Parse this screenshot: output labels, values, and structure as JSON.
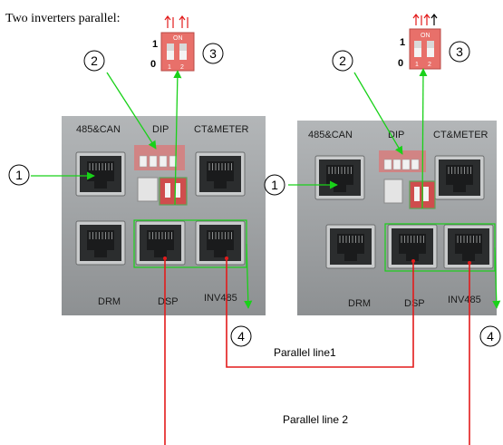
{
  "title": "Two inverters parallel:",
  "panel_labels": {
    "port_485_can": "485&CAN",
    "dip": "DIP",
    "ct_meter": "CT&METER",
    "drm": "DRM",
    "dsp": "DSP",
    "inv485": "INV485"
  },
  "callouts": [
    "1",
    "2",
    "3",
    "4"
  ],
  "dip_switch": {
    "on_label": "ON",
    "pos_labels": [
      "1",
      "2"
    ],
    "scale_labels": [
      "1",
      "0"
    ]
  },
  "line_labels": {
    "line1": "Parallel line1",
    "line2": "Parallel line 2"
  },
  "colors": {
    "callout_arrow": "#19d119",
    "parallel_line": "#e31b1b",
    "dip_body": "#e8706a",
    "panel_bg": "#9ea1a3"
  },
  "icons": {
    "switch_up_arrow": "arrow-up-icon",
    "rj45_port": "rj45-port-icon"
  }
}
